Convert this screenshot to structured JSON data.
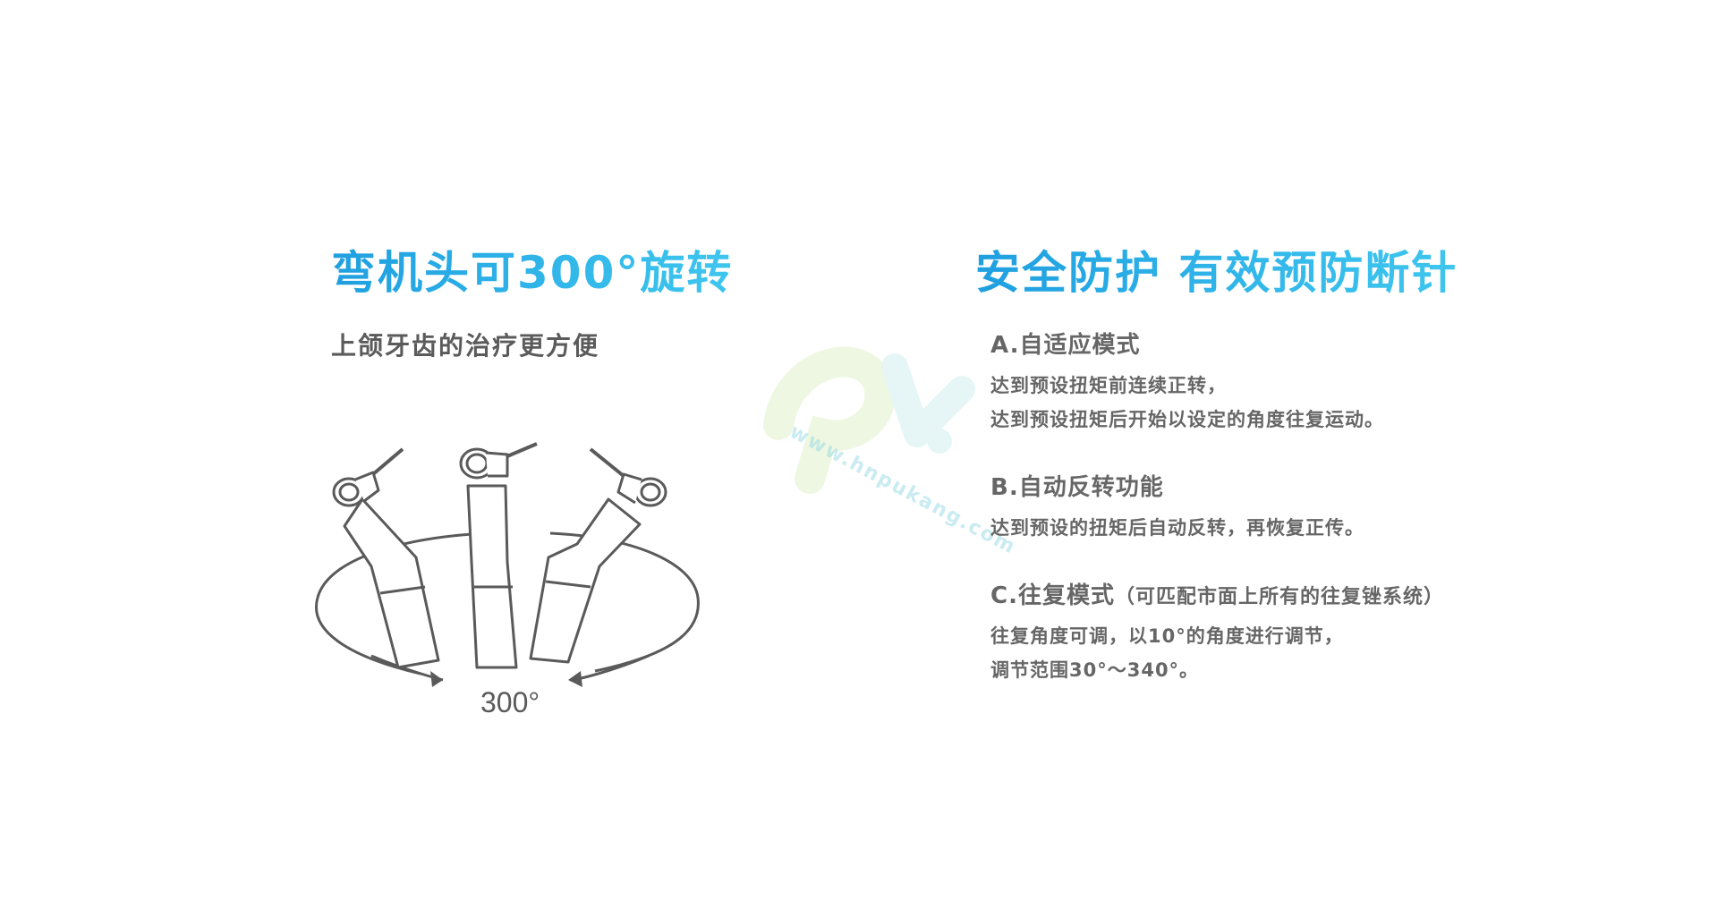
{
  "left": {
    "title": "弯机头可300°旋转",
    "subtitle": "上颌牙齿的治疗更方便",
    "rotation_label": "300°"
  },
  "right": {
    "title": "安全防护 有效预防断针",
    "features": [
      {
        "head": "A.自适应模式",
        "note": "",
        "lines": [
          "达到预设扭矩前连续正转，",
          "达到预设扭矩后开始以设定的角度往复运动。"
        ]
      },
      {
        "head": "B.自动反转功能",
        "note": "",
        "lines": [
          "达到预设的扭矩后自动反转，再恢复正传。"
        ]
      },
      {
        "head": "C.往复模式",
        "note": "（可匹配市面上所有的往复锉系统）",
        "lines": [
          "往复角度可调，以10°的角度进行调节，",
          "调节范围30°～340°。"
        ]
      }
    ]
  },
  "watermark": {
    "url": "www.hnpukang.com"
  },
  "colors": {
    "title_blue": "#2ba3e0",
    "text_gray": "#666666",
    "line_gray": "#666666"
  },
  "icons": [
    "handpiece-left-icon",
    "handpiece-center-icon",
    "handpiece-right-icon",
    "rotation-arrow-icon",
    "pk-logo-watermark"
  ]
}
